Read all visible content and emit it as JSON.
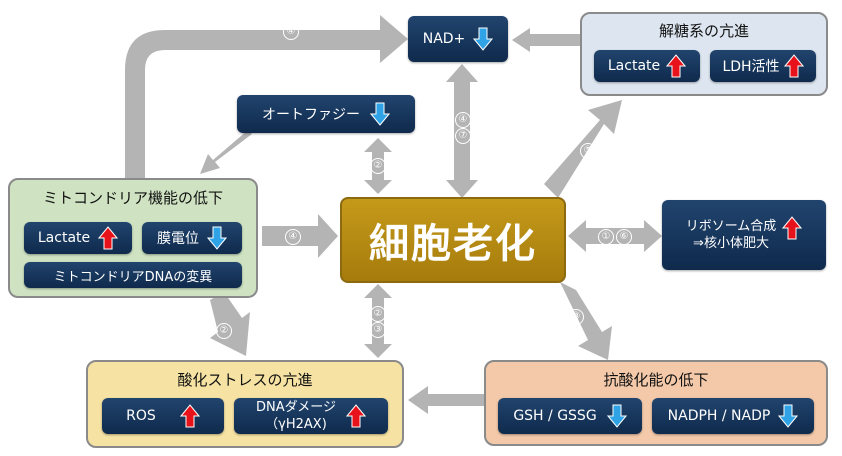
{
  "title": "細胞老化",
  "colors": {
    "arrow_gray": "#b4b4b4",
    "navy": "#0f2a4c",
    "center_gold": "#b8890e",
    "up_arrow": "#e8121a",
    "down_arrow": "#2fa3e6",
    "mito_bg": "#cfe3c2",
    "glycolysis_bg": "#dde6f0",
    "oxidative_bg": "#f6e3a3",
    "antioxidant_bg": "#f3c9a9"
  },
  "nodes": {
    "nad": {
      "label": "NAD+",
      "trend": "down"
    },
    "autophagy": {
      "label": "オートファジー",
      "trend": "down"
    },
    "ribosome": {
      "line1": "リボソーム合成",
      "line2": "⇒核小体肥大",
      "trend": "up"
    }
  },
  "groups": {
    "glycolysis": {
      "title": "解糖系の亢進",
      "items": [
        {
          "label": "Lactate",
          "trend": "up"
        },
        {
          "label": "LDH活性",
          "trend": "up"
        }
      ]
    },
    "mito": {
      "title": "ミトコンドリア機能の低下",
      "items": [
        {
          "label": "Lactate",
          "trend": "up"
        },
        {
          "label": "膜電位",
          "trend": "down"
        }
      ],
      "wide_item": "ミトコンドリアDNAの変異"
    },
    "oxidative": {
      "title": "酸化ストレスの亢進",
      "items": [
        {
          "label": "ROS",
          "trend": "up"
        },
        {
          "line1": "DNAダメージ",
          "line2": "（γH2AX)",
          "trend": "up"
        }
      ]
    },
    "antioxidant": {
      "title": "抗酸化能の低下",
      "items": [
        {
          "label": "GSH / GSSG",
          "trend": "down"
        },
        {
          "label": "NADPH / NADP",
          "trend": "down"
        }
      ]
    }
  },
  "arrow_labels": {
    "top_loop": "④",
    "mito_to_center": "④",
    "center_to_nad": "④",
    "center_to_nad_2": "⑦",
    "autophagy_center": "②",
    "center_glycolysis": "⑤",
    "ribosome": "①",
    "ribosome_2": "⑥",
    "mito_oxidative": "②",
    "oxidative_center": "②",
    "oxidative_center_2": "③",
    "center_antioxidant": "③"
  }
}
